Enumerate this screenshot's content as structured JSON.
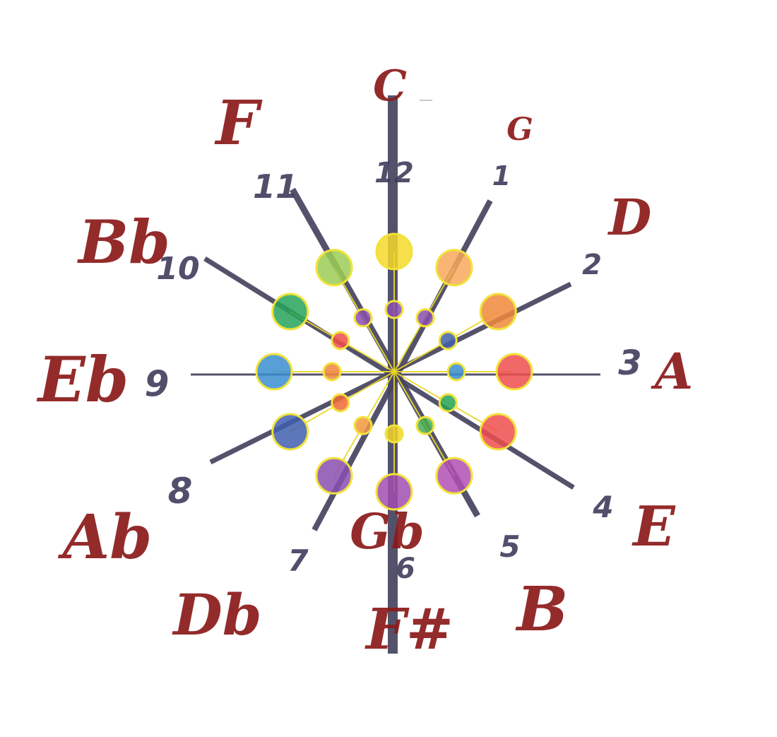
{
  "diagram": {
    "numbers": [
      "12",
      "1",
      "2",
      "3",
      "4",
      "5",
      "6",
      "7",
      "8",
      "9",
      "10",
      "11"
    ],
    "notes": [
      "C",
      "G",
      "D",
      "A",
      "E",
      "B",
      "F#",
      "Db",
      "Ab",
      "Eb",
      "Bb",
      "F"
    ],
    "inner_note_extra": "Gb",
    "outer_dot_colors": [
      "#f5d92a",
      "#f7a85a",
      "#f08a3c",
      "#ee4d4d",
      "#ee4d4d",
      "#b04fb5",
      "#a04eb0",
      "#8a4fb0",
      "#3f5fae",
      "#3a8ecf",
      "#27a35a",
      "#9ccc55"
    ],
    "inner_dot_colors": [
      "#8a4fb0",
      "#8a4fb0",
      "#3f5fae",
      "#3a8ecf",
      "#27a35a",
      "#4aae54",
      "#f2d52a",
      "#f19a44",
      "#ee6a3a",
      "#f0853e",
      "#ee4d4d",
      "#8a4fb0"
    ],
    "line_color": "#46445f",
    "note_color": "#8b1a1a",
    "link_color": "#ecd82a"
  }
}
